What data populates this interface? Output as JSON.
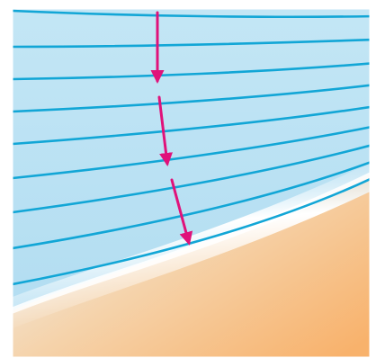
{
  "colors": {
    "water_top": "#bfe4f4",
    "water_deep": "#b3def2",
    "wave_crest": "#12a6d6",
    "surf_foam": "#ffffff",
    "sand_light": "#f4e2c8",
    "sand_dark": "#f7b471",
    "ray_arrow": "#e0127a",
    "frame": "#ffffff"
  },
  "icons": {
    "wave_crest": "line",
    "wave_ray": "arrow"
  },
  "figure": {
    "wave_crest_count": 9,
    "ray_segment_count": 3
  }
}
